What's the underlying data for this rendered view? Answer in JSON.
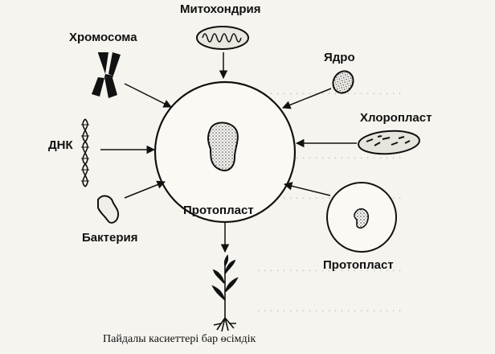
{
  "labels": {
    "mitochondria": "Митохондрия",
    "chromosome": "Хромосома",
    "nucleus": "Ядро",
    "chloroplast": "Хлоропласт",
    "dna": "ДНК",
    "bacteria": "Бактерия",
    "protoplast_center": "Протопласт",
    "protoplast_small": "Протопласт",
    "caption": "Пайдалы касиеттері бар өсімдік"
  }
}
